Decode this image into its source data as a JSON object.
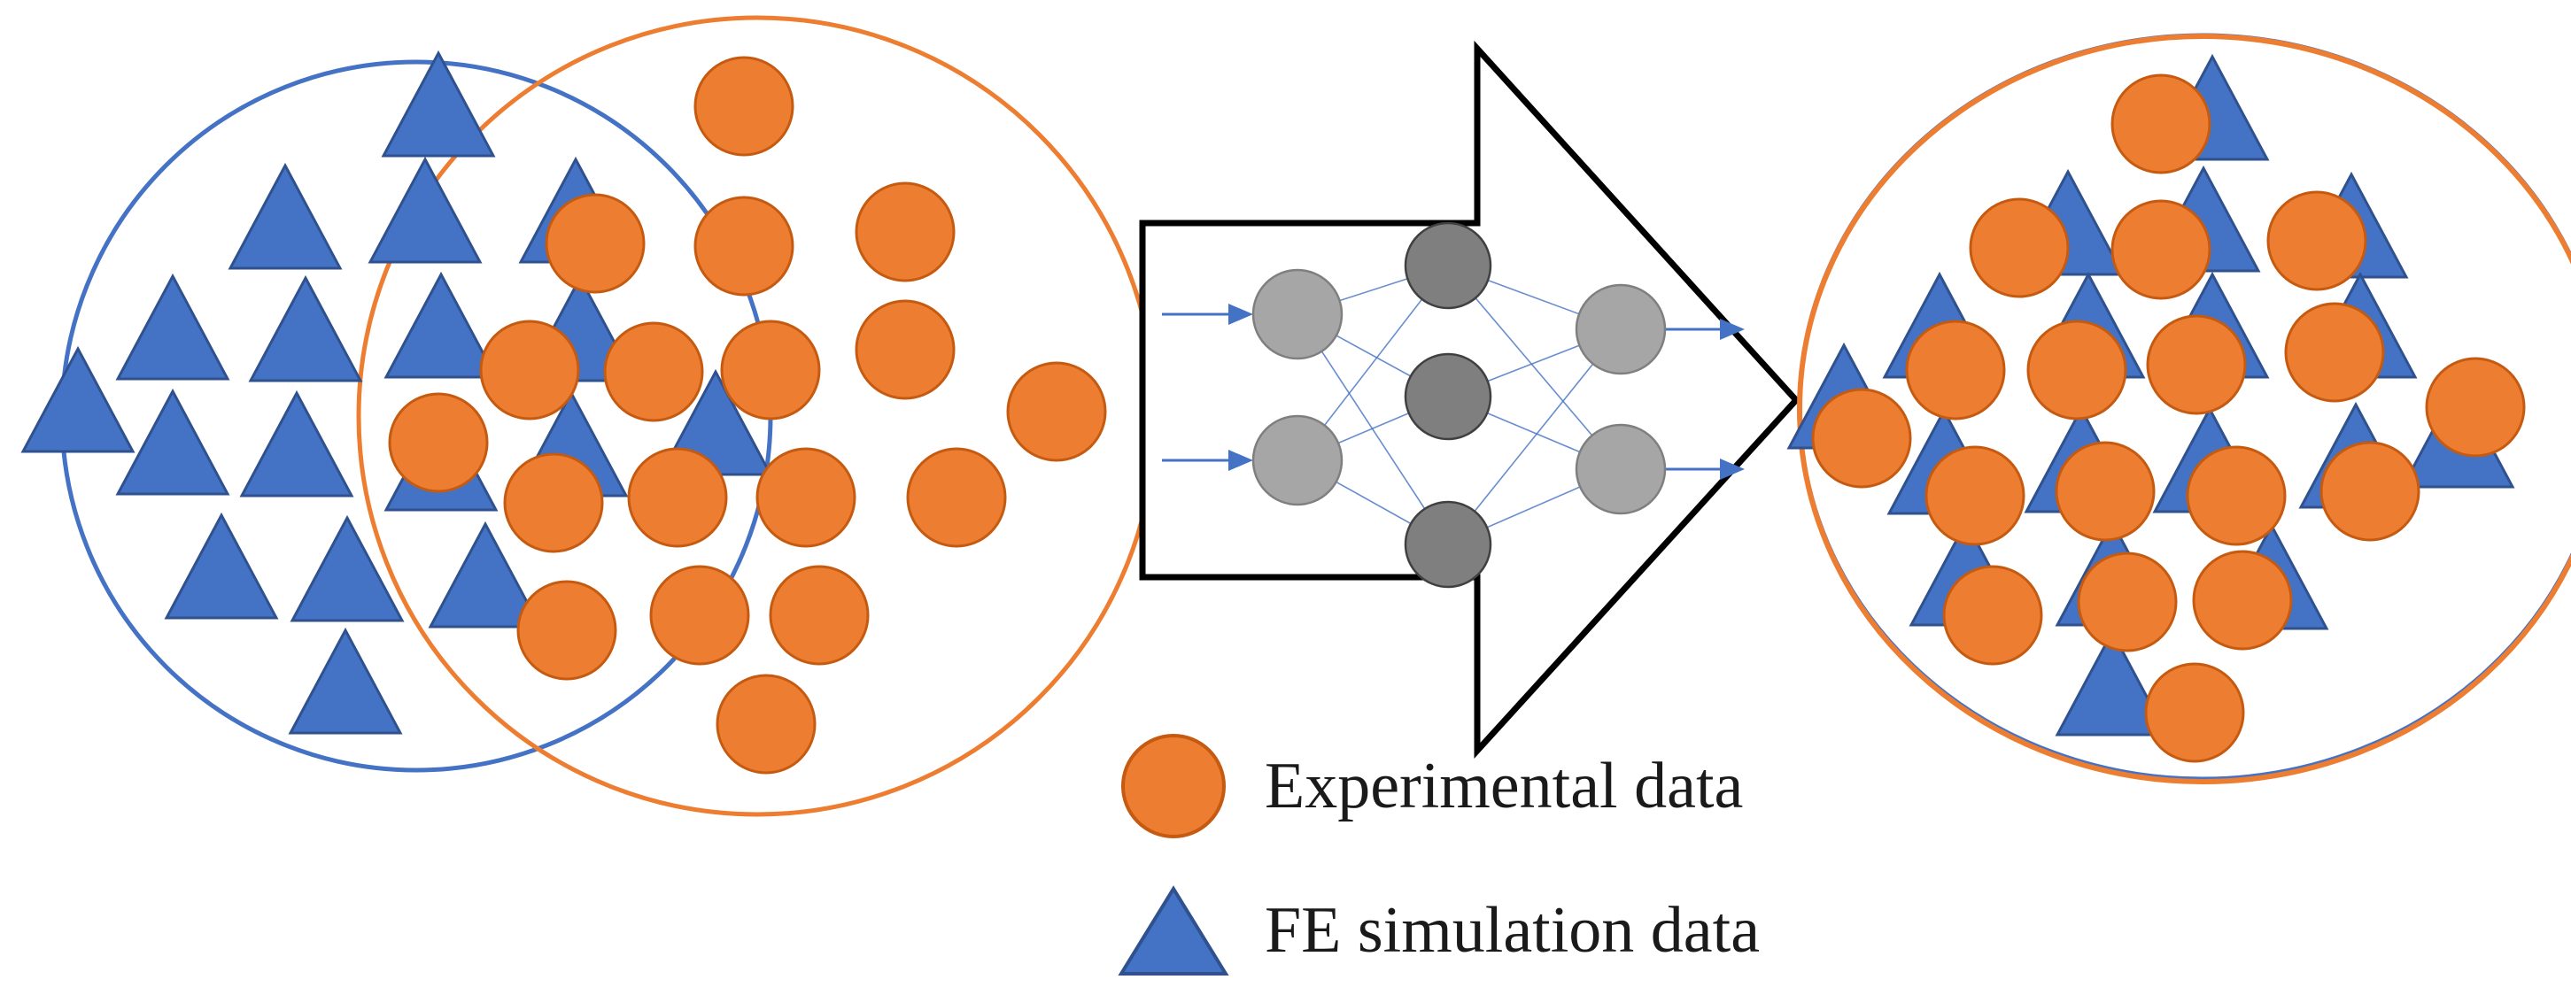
{
  "legend": {
    "experimental_label": "Experimental data",
    "fe_label": "FE simulation data"
  },
  "colors": {
    "experimental_fill": "#ED7D31",
    "experimental_stroke": "#C55A11",
    "fe_fill": "#4472C4",
    "fe_stroke": "#2F528F",
    "fe_set_boundary": "#4472C4",
    "experimental_set_boundary": "#ED7D31",
    "arrow_outline": "#000000",
    "neuron_light": "#A6A6A6",
    "neuron_dark": "#7F7F7F",
    "connection": "#4472C4"
  },
  "diagram": {
    "left_panel": "two overlapping data sets: FE simulation data (triangles, blue set) and experimental data (circles, orange set)",
    "middle_panel": "block arrow containing a neural network: 2 input nodes, 3 hidden nodes, 2 output nodes",
    "right_panel": "merged data set with circles and triangles combined",
    "icons": [
      "orange-circle-icon",
      "blue-triangle-icon",
      "neural-network-icon",
      "block-arrow-icon"
    ]
  }
}
